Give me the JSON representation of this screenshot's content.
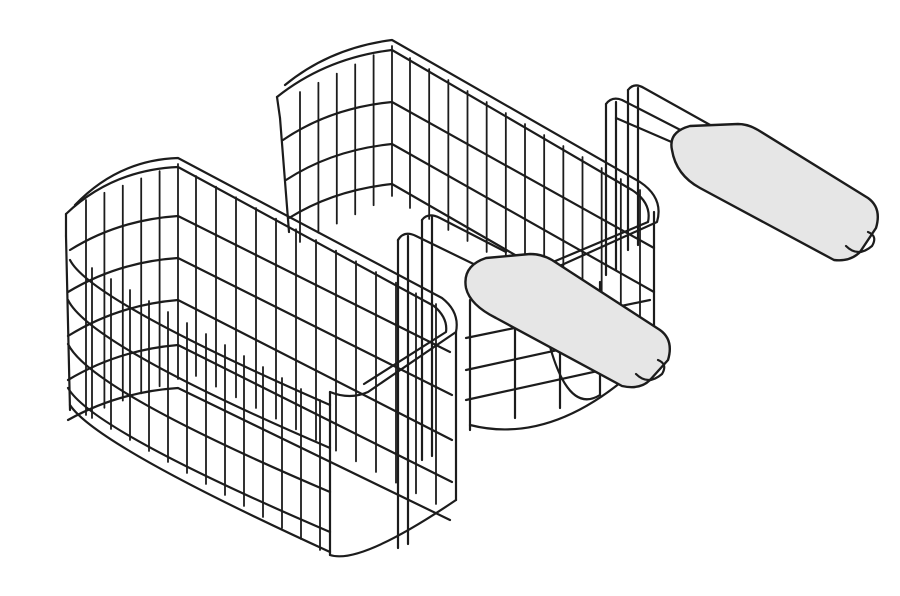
{
  "illustration": {
    "subject": "wire-fryer-baskets",
    "baskets": [
      {
        "id": "rear-basket",
        "handle_color": "#e6e6e6"
      },
      {
        "id": "front-basket",
        "handle_color": "#e6e6e6"
      }
    ],
    "colors": {
      "wire": "#1c1c1c",
      "handle_fill": "#e6e6e6",
      "background": "#ffffff"
    }
  }
}
